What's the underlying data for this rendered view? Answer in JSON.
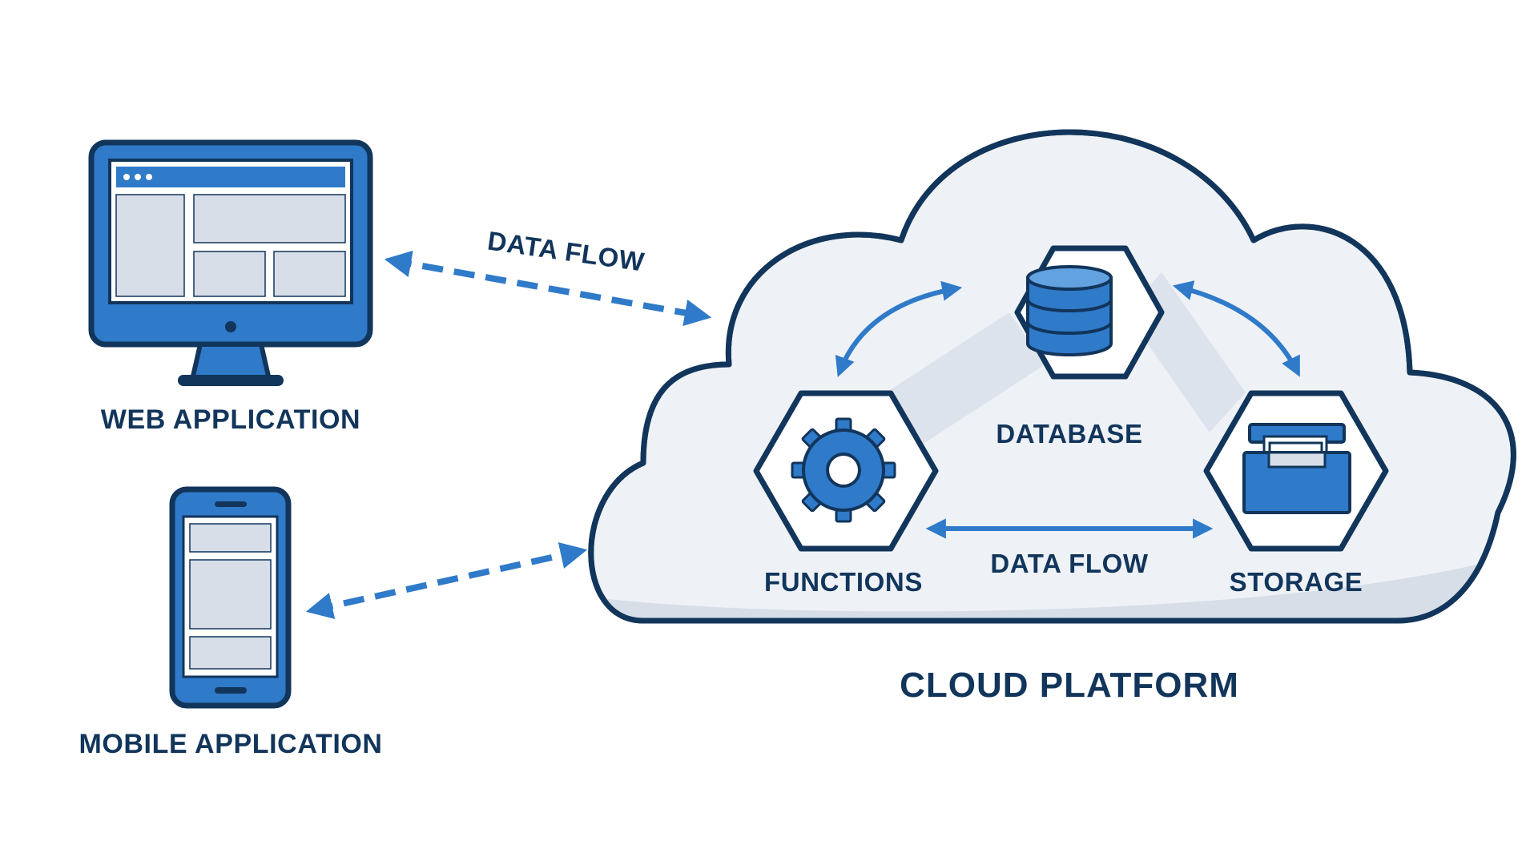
{
  "clients": {
    "web_label": "WEB APPLICATION",
    "mobile_label": "MOBILE APPLICATION"
  },
  "flows": {
    "upper_label": "DATA FLOW",
    "internal_label": "DATA FLOW"
  },
  "cloud": {
    "title": "CLOUD PLATFORM",
    "nodes": {
      "database": "DATABASE",
      "functions": "FUNCTIONS",
      "storage": "STORAGE"
    }
  },
  "icons": {
    "web": "desktop-monitor-icon",
    "mobile": "smartphone-icon",
    "database": "database-cylinder-icon",
    "functions": "gear-icon",
    "storage": "file-drawer-icon"
  },
  "colors": {
    "outline": "#12355b",
    "accent": "#2f7ac9",
    "cloud_fill": "#eef2f7",
    "panel_fill": "#d7dee8",
    "text": "#12355b"
  }
}
